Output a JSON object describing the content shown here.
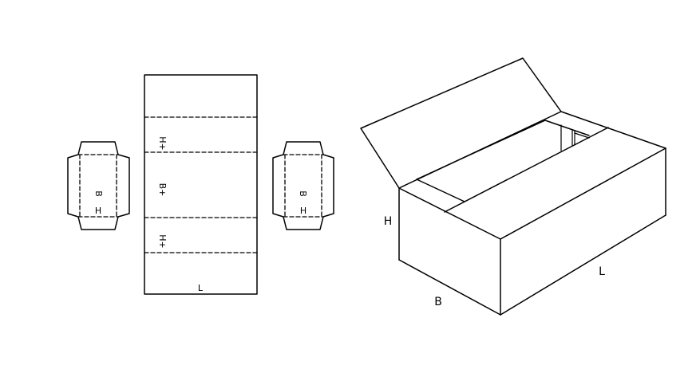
{
  "flat_layout": {
    "left_flap": {
      "length_label": "B",
      "height_label": "H"
    },
    "center_panel": {
      "top_flap_label": "H+",
      "middle_label": "B+",
      "bottom_flap_label": "H+",
      "length_label": "L"
    },
    "right_flap": {
      "length_label": "B",
      "height_label": "H"
    }
  },
  "box_3d": {
    "height_label": "H",
    "breadth_label": "B",
    "length_label": "L"
  }
}
